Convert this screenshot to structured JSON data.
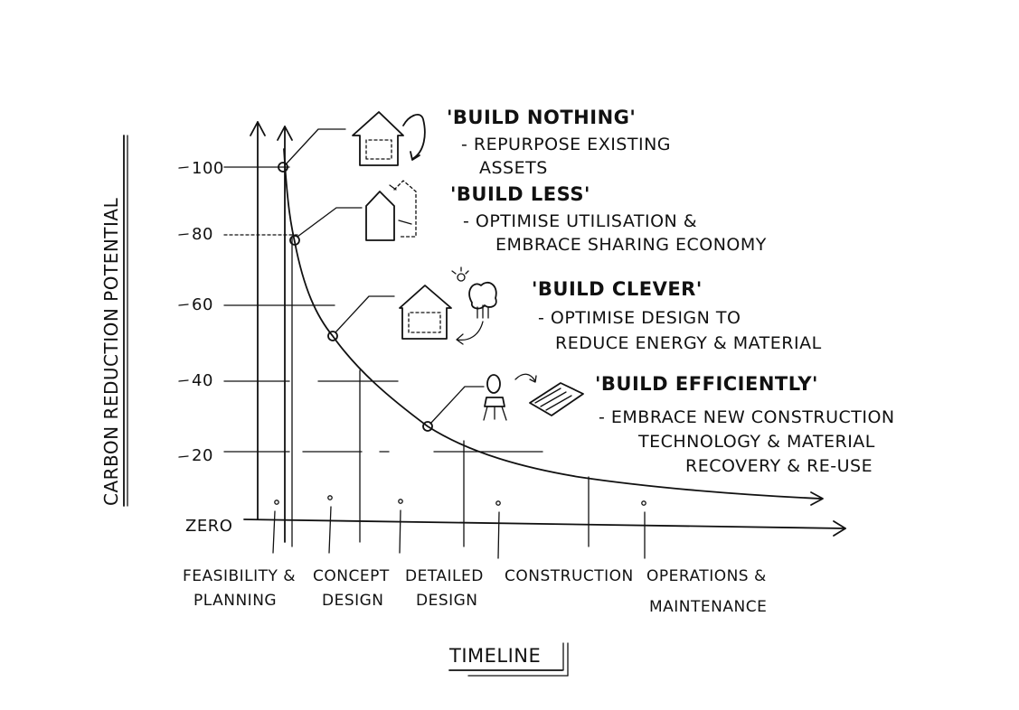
{
  "y_axis": {
    "label": "CARBON REDUCTION POTENTIAL",
    "ticks": [
      "100",
      "80",
      "60",
      "40",
      "20",
      "ZERO"
    ]
  },
  "x_axis": {
    "label": "TIMELINE",
    "stages": [
      {
        "line1": "FEASIBILITY &",
        "line2": "PLANNING"
      },
      {
        "line1": "CONCEPT",
        "line2": "DESIGN"
      },
      {
        "line1": "DETAILED",
        "line2": "DESIGN"
      },
      {
        "line1": "CONSTRUCTION",
        "line2": ""
      },
      {
        "line1": "OPERATIONS &",
        "line2": "MAINTENANCE"
      }
    ]
  },
  "strategies": [
    {
      "title": "'BUILD NOTHING'",
      "line1": "- REPURPOSE EXISTING",
      "line2": "ASSETS",
      "icon": "house-reuse-icon"
    },
    {
      "title": "'BUILD LESS'",
      "line1": "- OPTIMISE UTILISATION &",
      "line2": "EMBRACE SHARING ECONOMY",
      "icon": "house-less-icon"
    },
    {
      "title": "'BUILD CLEVER'",
      "line1": "- OPTIMISE DESIGN TO",
      "line2": "REDUCE ENERGY & MATERIAL",
      "icon": "house-clever-icon"
    },
    {
      "title": "'BUILD EFFICIENTLY'",
      "line1": "- EMBRACE NEW CONSTRUCTION",
      "line2": "TECHNOLOGY & MATERIAL",
      "line3": "RECOVERY & RE-USE",
      "icon": "chair-panel-icon"
    }
  ]
}
